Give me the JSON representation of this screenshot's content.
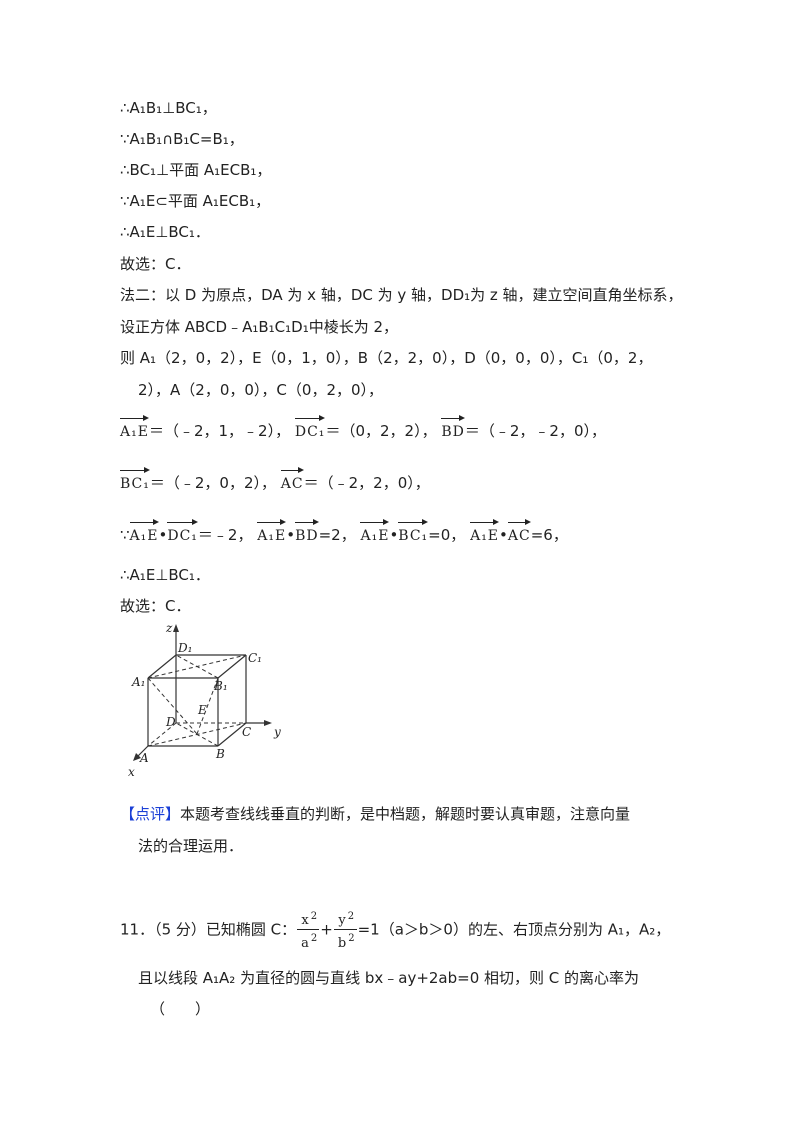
{
  "lines": {
    "l1": "∴A₁B₁⊥BC₁，",
    "l2": "∵A₁B₁∩B₁C=B₁，",
    "l3": "∴BC₁⊥平面 A₁ECB₁，",
    "l4": "∵A₁E⊂平面 A₁ECB₁，",
    "l5": "∴A₁E⊥BC₁．",
    "l6": "故选：C．",
    "l7": "法二：以 D 为原点，DA 为 x 轴，DC 为 y 轴，DD₁为 z 轴，建立空间直角坐标系，",
    "l8": "设正方体 ABCD﹣A₁B₁C₁D₁中棱长为 2，",
    "l9": "则 A₁（2，0，2），E（0，1，0），B（2，2，0），D（0，0，0），C₁（0，2，",
    "l10": "2），A（2，0，0），C（0，2，0），",
    "l15": "∴A₁E⊥BC₁．",
    "l16": "故选：C．"
  },
  "vectors": {
    "a1e": "A₁E",
    "dc1": "DC₁",
    "bd": "BD",
    "bc1": "BC₁",
    "ac": "AC",
    "r1a": "＝（﹣2，1，﹣2），",
    "r1b": "＝（0，2，2），",
    "r1c": "＝（﹣2，﹣2，0），",
    "r2a": "＝（﹣2，0，2），",
    "r2b": "＝（﹣2，2，0），",
    "d_prefix": "∵",
    "d1": "＝﹣2，",
    "d2": "=2，",
    "d3": "=0，",
    "d4": "=6，",
    "dot": "•"
  },
  "figure": {
    "labels": {
      "z": "z",
      "y": "y",
      "x": "x",
      "A": "A",
      "B": "B",
      "C": "C",
      "D": "D",
      "E": "E",
      "A1": "A₁",
      "B1": "B₁",
      "C1": "C₁",
      "D1": "D₁"
    }
  },
  "comment": {
    "tag": "【点评】",
    "text": "本题考查线线垂直的判断，是中档题，解题时要认真审题，注意向量",
    "text2": "法的合理运用．"
  },
  "question": {
    "prefix": "11．（5 分）已知椭圆 C：",
    "x_num": "x",
    "a_den": "a",
    "y_num": "y",
    "b_den": "b",
    "exp": "2",
    "plus": "+",
    "suffix": "=1（a＞b＞0）的左、右顶点分别为 A₁，A₂，",
    "line2": "且以线段 A₁A₂ 为直径的圆与直线 bx﹣ay+2ab=0 相切，则 C 的离心率为",
    "line3": "（　　）"
  }
}
